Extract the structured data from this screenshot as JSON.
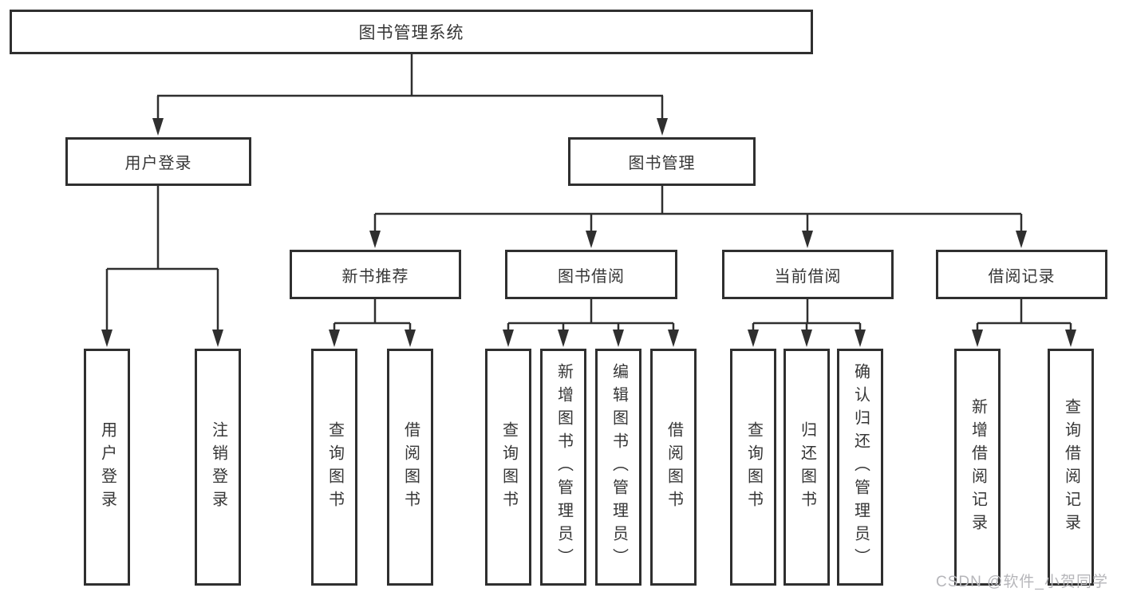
{
  "diagram_title": "图书管理系统",
  "nodes": {
    "root": "图书管理系统",
    "user_login": "用户登录",
    "book_mgmt": "图书管理",
    "new_book": "新书推荐",
    "book_borrow": "图书借阅",
    "current_borrow": "当前借阅",
    "borrow_record": "借阅记录"
  },
  "leaves": {
    "user_login": "用户登录",
    "logout": "注销登录",
    "nb_query": "查询图书",
    "nb_borrow": "借阅图书",
    "bb_query": "查询图书",
    "bb_add": "新增图书（管理员）",
    "bb_edit": "编辑图书（管理员）",
    "bb_borrow": "借阅图书",
    "cb_query": "查询图书",
    "cb_return": "归还图书",
    "cb_confirm": "确认归还（管理员）",
    "br_add": "新增借阅记录",
    "br_query": "查询借阅记录"
  },
  "watermark": {
    "text": "CSDN @软件_小贺同学"
  },
  "colors": {
    "line": "#2f2f2f",
    "box_border": "#2f2f2f",
    "box_fill": "#ffffff",
    "text": "#363636",
    "watermark": "#b6b6ba",
    "background": "#ffffff"
  }
}
